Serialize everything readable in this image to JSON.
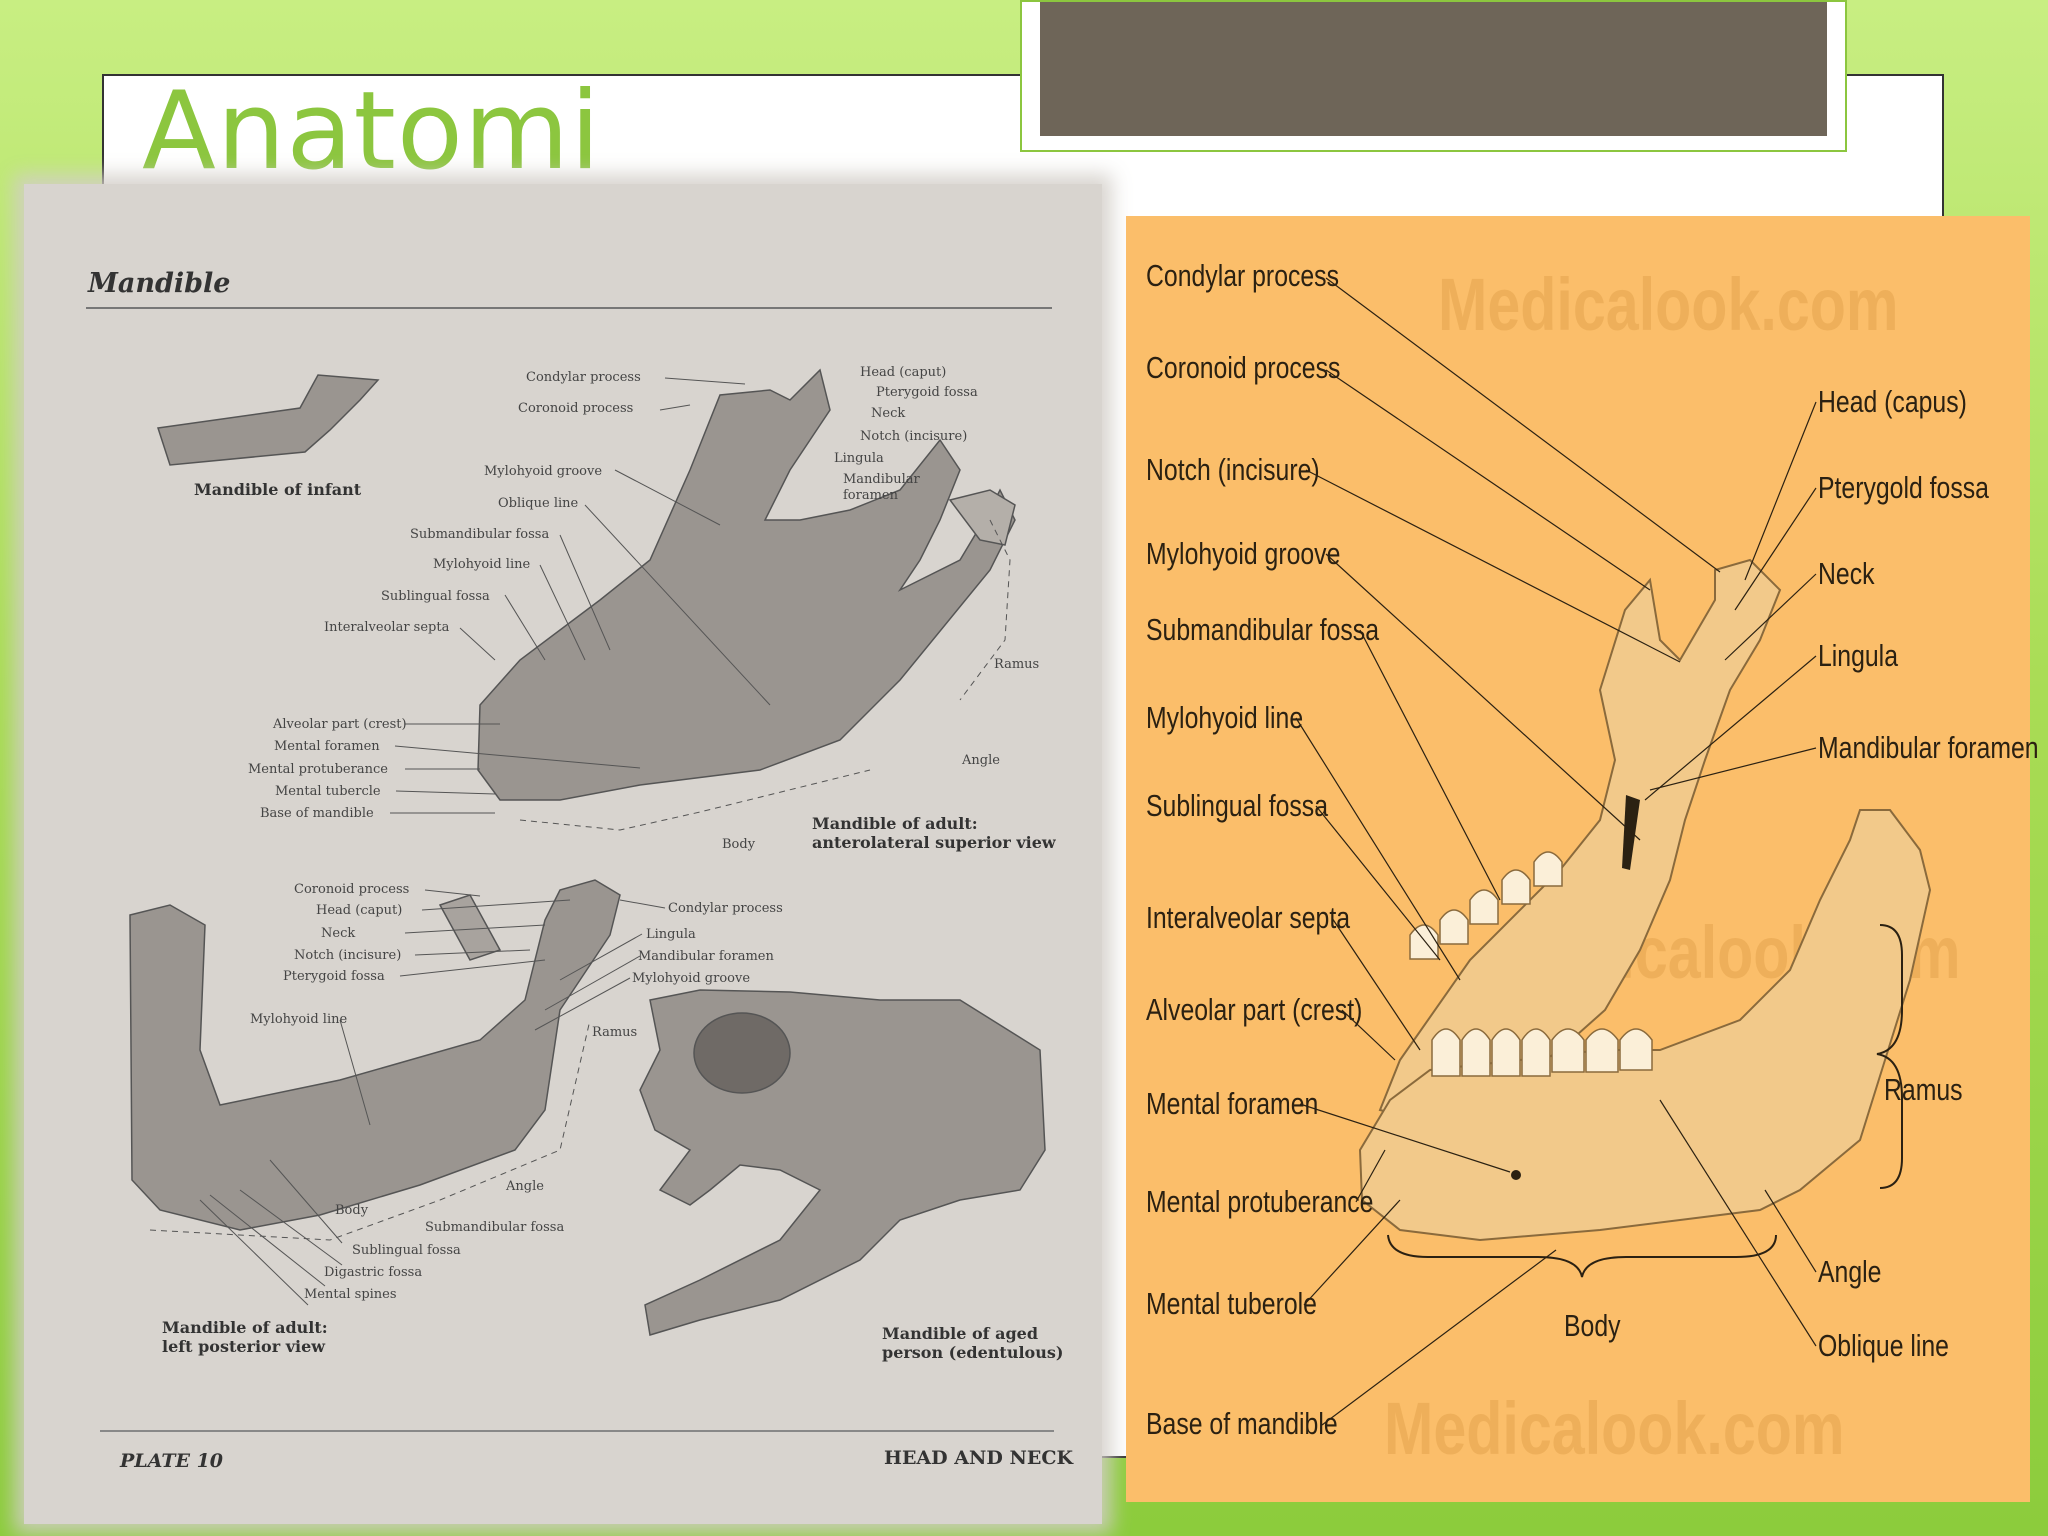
{
  "slide": {
    "title": "Anatomi",
    "colors": {
      "title": "#8cc63f",
      "background": "#a9dc55",
      "placeholder": "#6e6558"
    }
  },
  "plate": {
    "header": "Mandible",
    "footer_left": "PLATE 10",
    "footer_right": "HEAD AND NECK",
    "infant_caption": "Mandible of infant",
    "view1_caption": [
      "Mandible of adult:",
      "anterolateral superior view"
    ],
    "view2_caption": [
      "Mandible of adult:",
      "left posterior view"
    ],
    "view3_caption": [
      "Mandible of aged",
      "person (edentulous)"
    ],
    "view1_labels": {
      "left": [
        "Mylohyoid groove",
        "Oblique line",
        "Submandibular fossa",
        "Mylohyoid line",
        "Sublingual fossa",
        "Interalveolar septa",
        "Alveolar part (crest)",
        "Mental foramen",
        "Mental protuberance",
        "Mental tubercle",
        "Base of mandible"
      ],
      "top": [
        "Condylar process",
        "Coronoid process"
      ],
      "right": [
        "Head (caput)",
        "Pterygoid fossa",
        "Neck",
        "Notch (incisure)",
        "Lingula",
        "Mandibular",
        "foramen"
      ],
      "ramus": "Ramus",
      "angle": "Angle",
      "body": "Body"
    },
    "view2_labels": {
      "left": [
        "Coronoid process",
        "Head (caput)",
        "Neck",
        "Notch (incisure)",
        "Pterygoid fossa"
      ],
      "right": [
        "Condylar process",
        "Lingula",
        "Mandibular foramen",
        "Mylohyoid groove"
      ],
      "mylohyoid_line": "Mylohyoid line",
      "ramus": "Ramus",
      "angle": "Angle",
      "body": "Body",
      "bottom": [
        "Submandibular fossa",
        "Sublingual fossa",
        "Digastric fossa",
        "Mental spines"
      ]
    }
  },
  "diagram": {
    "watermark": "Medicalook.com",
    "left_labels": [
      "Condylar process",
      "Coronoid process",
      "Notch (incisure)",
      "Mylohyoid groove",
      "Submandibular fossa",
      "Mylohyoid line",
      "Sublingual fossa",
      "Interalveolar septa",
      "Alveolar part (crest)",
      "Mental foramen",
      "Mental protuberance",
      "Mental tuberole",
      "Base of mandible"
    ],
    "right_labels": [
      "Head (capus)",
      "Pterygold fossa",
      "Neck",
      "Lingula",
      "Mandibular foramen",
      "Ramus",
      "Angle",
      "Oblique line"
    ],
    "body_label": "Body",
    "colors": {
      "background": "#fbbe6a",
      "bone": "#f3c983"
    }
  }
}
